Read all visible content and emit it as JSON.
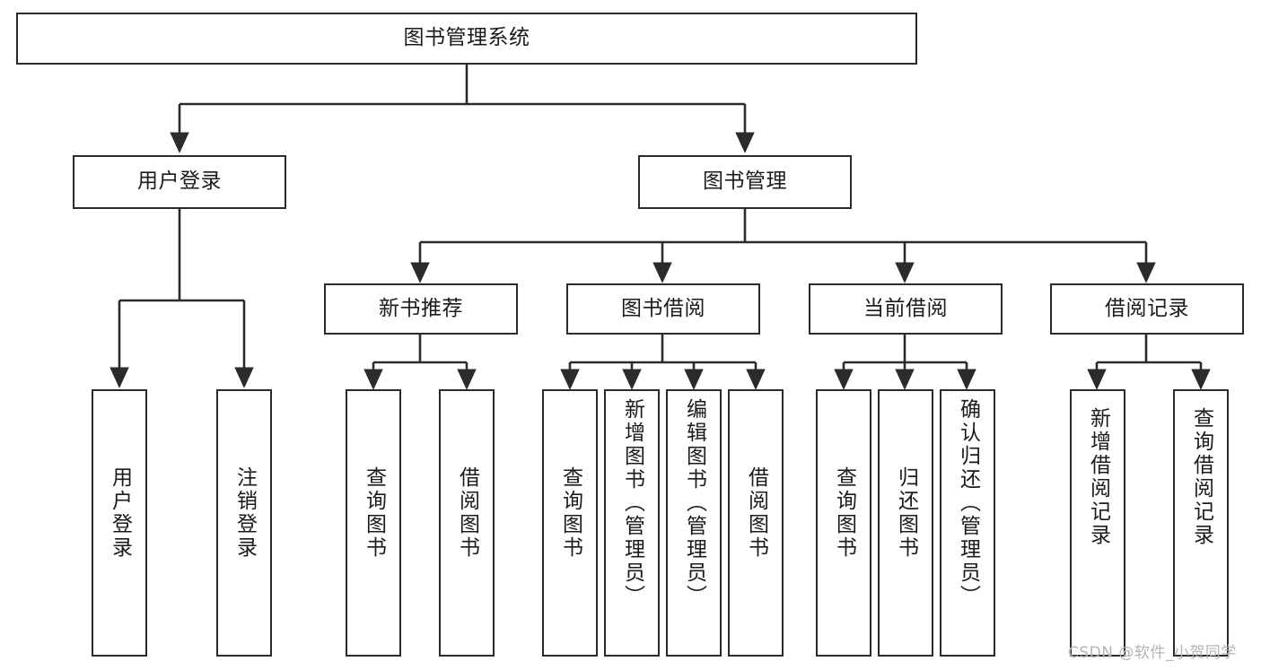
{
  "diagram": {
    "title_box": {
      "label": "图书管理系统"
    },
    "level2": [
      {
        "id": "user-login",
        "label": "用户登录"
      },
      {
        "id": "book-management",
        "label": "图书管理"
      }
    ],
    "level3": [
      {
        "id": "new-book-recommend",
        "label": "新书推荐"
      },
      {
        "id": "book-borrow",
        "label": "图书借阅"
      },
      {
        "id": "current-borrow",
        "label": "当前借阅"
      },
      {
        "id": "borrow-record",
        "label": "借阅记录"
      }
    ],
    "leaves": [
      {
        "id": "leaf-user-login",
        "label": "用户登录"
      },
      {
        "id": "leaf-user-logout",
        "label": "注销登录"
      },
      {
        "id": "leaf-query-book-1",
        "label": "查询图书"
      },
      {
        "id": "leaf-borrow-book-1",
        "label": "借阅图书"
      },
      {
        "id": "leaf-query-book-2",
        "label": "查询图书"
      },
      {
        "id": "leaf-add-book-admin",
        "label": "新增图书（管理员）"
      },
      {
        "id": "leaf-edit-book-admin",
        "label": "编辑图书（管理员）"
      },
      {
        "id": "leaf-borrow-book-2",
        "label": "借阅图书"
      },
      {
        "id": "leaf-query-book-3",
        "label": "查询图书"
      },
      {
        "id": "leaf-return-book",
        "label": "归还图书"
      },
      {
        "id": "leaf-confirm-return",
        "label": "确认归还（管理员）"
      },
      {
        "id": "leaf-add-record",
        "label": "新增借阅记录"
      },
      {
        "id": "leaf-query-record",
        "label": "查询借阅记录"
      }
    ]
  },
  "watermark": {
    "text": "CSDN @软件_小贺同学"
  },
  "colors": {
    "stroke": "#2b2b2b",
    "fill": "#ffffff",
    "text": "#1b1b1b",
    "watermark": "#b4b4b4"
  }
}
